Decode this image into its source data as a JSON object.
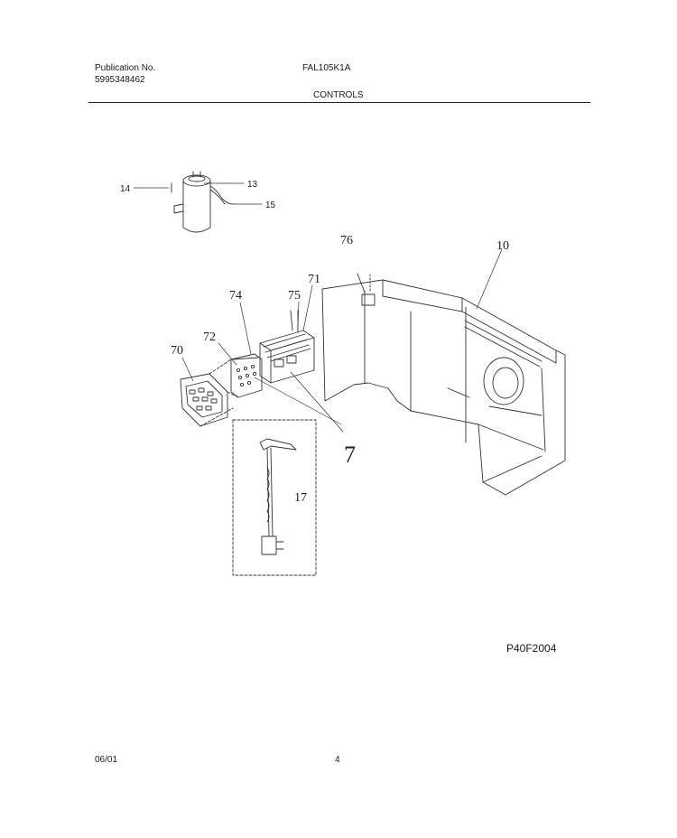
{
  "header": {
    "publication_label": "Publication No.",
    "publication_number": "5995348462",
    "model": "FAL105K1A",
    "section_title": "CONTROLS"
  },
  "diagram": {
    "part_labels": [
      "14",
      "13",
      "15",
      "76",
      "10",
      "71",
      "74",
      "75",
      "72",
      "70",
      "7",
      "17"
    ],
    "figure_code": "P40F2004"
  },
  "footer": {
    "date": "06/01",
    "page_number": "4"
  }
}
